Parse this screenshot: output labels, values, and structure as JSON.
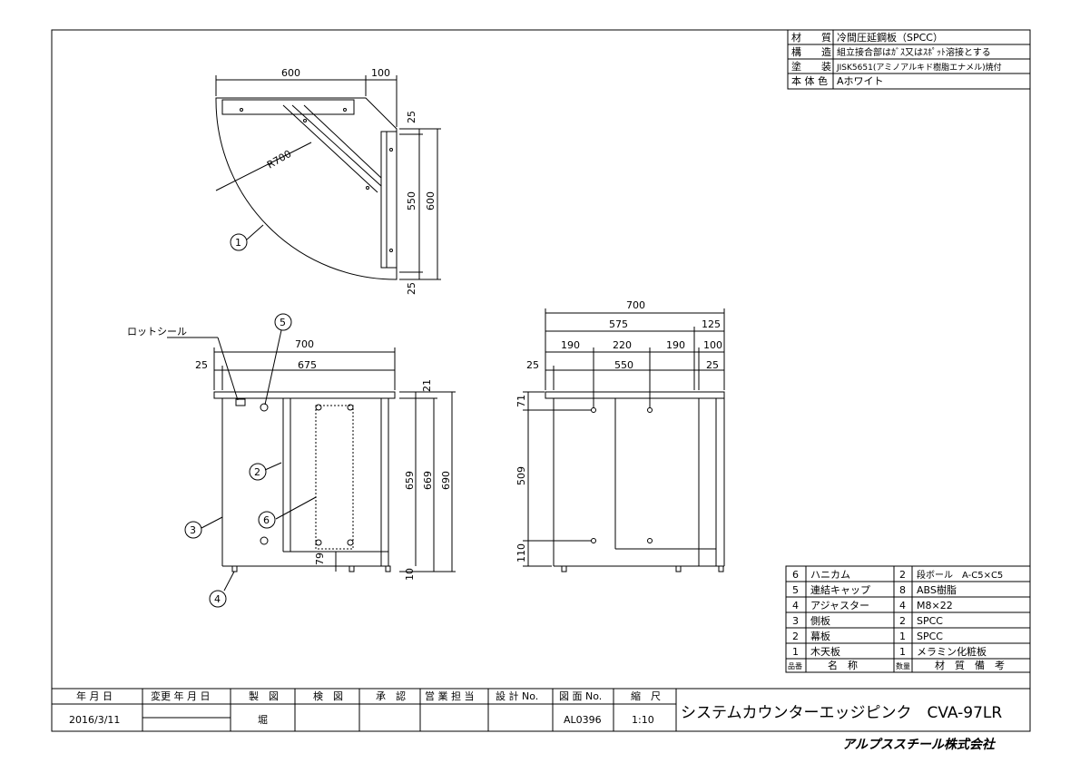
{
  "spec_table": {
    "rows": [
      {
        "label": "材　　質",
        "value": "冷間圧延鋼板（SPCC）"
      },
      {
        "label": "構　　造",
        "value": "組立接合部はｶﾞｽ又はｽﾎﾟｯﾄ溶接とする"
      },
      {
        "label": "塗　　装",
        "value": "JISK5651(アミノアルキド樹脂エナメル)焼付"
      },
      {
        "label": "本 体 色",
        "value": "Aホワイト"
      }
    ]
  },
  "parts_table": {
    "rows": [
      {
        "no": "6",
        "name": "ハニカム",
        "qty": "2",
        "material": "段ボール　A-C5×C5"
      },
      {
        "no": "5",
        "name": "連結キャップ",
        "qty": "8",
        "material": "ABS樹脂"
      },
      {
        "no": "4",
        "name": "アジャスター",
        "qty": "4",
        "material": "M8×22"
      },
      {
        "no": "3",
        "name": "側板",
        "qty": "2",
        "material": "SPCC"
      },
      {
        "no": "2",
        "name": "幕板",
        "qty": "1",
        "material": "SPCC"
      },
      {
        "no": "1",
        "name": "木天板",
        "qty": "1",
        "material": "メラミン化粧板"
      }
    ],
    "header": {
      "no": "品番",
      "name": "名　称",
      "qty": "数量",
      "material": "材　質　備　考"
    }
  },
  "title_block": {
    "date_label": "年 月 日",
    "date_value": "2016/3/11",
    "change_label": "変更 年 月 日",
    "drawn_label": "製　図",
    "drawn_value": "堀",
    "check_label": "検　図",
    "approve_label": "承　認",
    "sales_label": "営 業 担 当",
    "design_no_label": "設 計 No.",
    "drawing_no_label": "図 面 No.",
    "drawing_no_value": "AL0396",
    "scale_label": "縮　尺",
    "scale_value": "1:10",
    "product_title": "システムカウンターエッジピンク　CVA-97LR",
    "company": "アルプススチール株式会社"
  },
  "callouts": {
    "rot_seal": "ロットシール",
    "bubbles": [
      "1",
      "2",
      "3",
      "4",
      "5",
      "6"
    ]
  },
  "dimensions": {
    "plan": {
      "top_width": "600",
      "top_ext": "100",
      "radius": "R700",
      "side_top": "25",
      "side_mid": "550",
      "side_total": "600",
      "side_bottom": "25"
    },
    "front": {
      "overall": "700",
      "left_offset": "25",
      "inner": "675",
      "top_thk": "21",
      "h1": "659",
      "h2": "669",
      "h3": "690",
      "bottom_gap": "79",
      "adj": "10"
    },
    "side": {
      "overall": "700",
      "w575": "575",
      "w125": "125",
      "d190a": "190",
      "d220": "220",
      "d190b": "190",
      "d100": "100",
      "left25": "25",
      "mid550": "550",
      "right25": "25",
      "v71": "71",
      "v509": "509",
      "v110": "110"
    }
  }
}
